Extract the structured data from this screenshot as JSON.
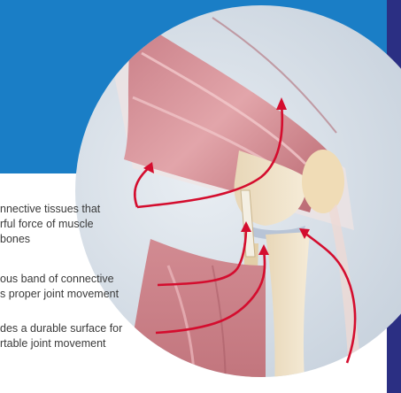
{
  "colors": {
    "header_blue": "#1a7ec6",
    "sidebar_navy": "#2b2f83",
    "pointer_red": "#d40d2e",
    "caption_text": "#3a3a3a"
  },
  "captions": {
    "tendon": [
      "nnective tissues that",
      "rful force of muscle",
      "bones"
    ],
    "ligament": [
      "ous band of connective",
      "s proper joint movement"
    ],
    "cartilage": [
      "des a durable surface for",
      "rtable joint movement"
    ]
  },
  "icons": {
    "illustration": "knee-joint-anatomy"
  }
}
